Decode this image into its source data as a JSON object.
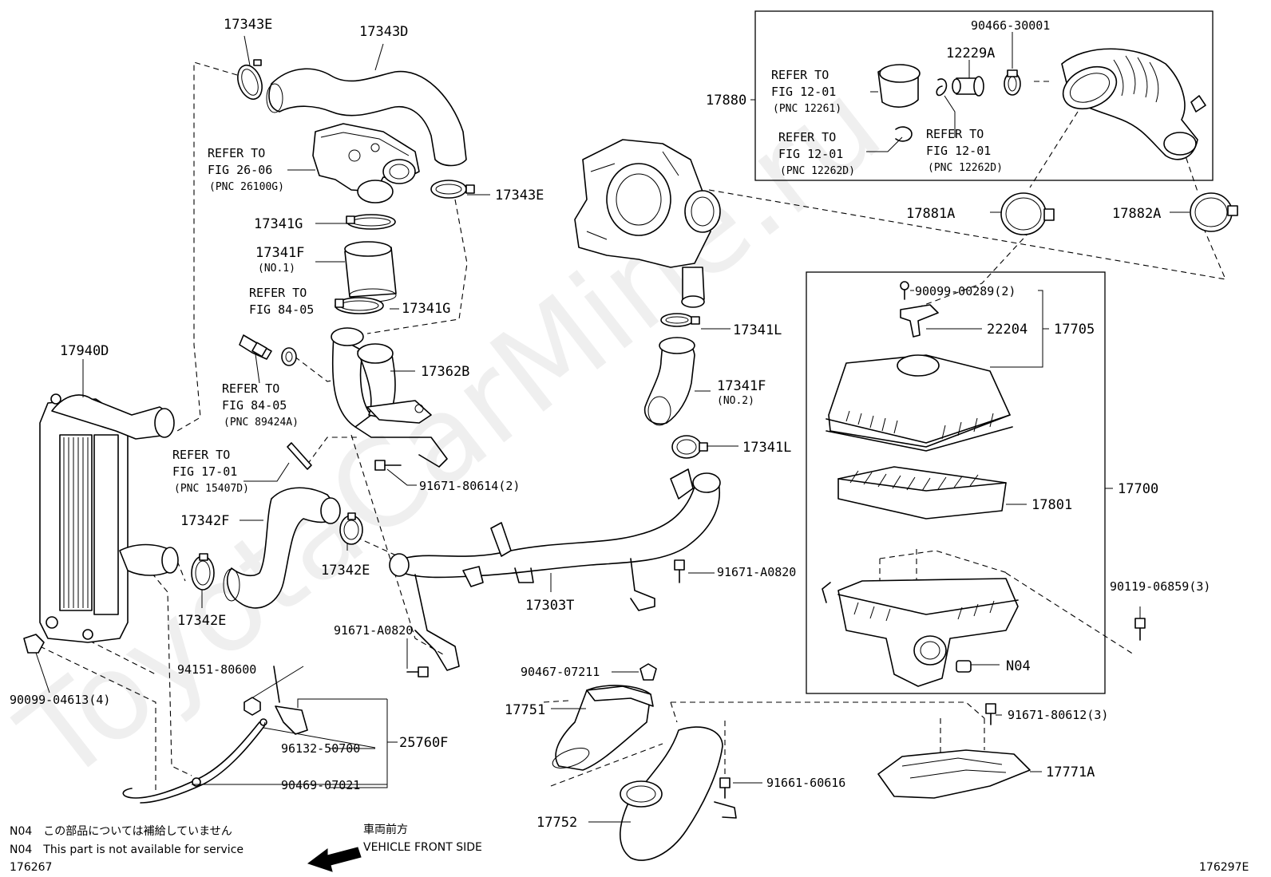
{
  "watermark": "ToyotaCarMine.ru",
  "parts": {
    "p17343E_top": "17343E",
    "p17343D": "17343D",
    "p17343E_mid": "17343E",
    "p17341G_top": "17341G",
    "p17341F_left": "17341F",
    "p17341F_left_sub": "(NO.1)",
    "p17341G_bot": "17341G",
    "p17362B": "17362B",
    "p17940D": "17940D",
    "p91671_80614": "91671-80614(2)",
    "p17342F": "17342F",
    "p17342E_right": "17342E",
    "p17342E_left": "17342E",
    "p90099_04613": "90099-04613(4)",
    "p94151_80600": "94151-80600",
    "p96132_50700": "96132-50700",
    "p90469_07021": "90469-07021",
    "p25760F": "25760F",
    "p91671_A0820_left": "91671-A0820",
    "p17303T": "17303T",
    "p91671_A0820_right": "91671-A0820",
    "p17341L_top": "17341L",
    "p17341F_right": "17341F",
    "p17341F_right_sub": "(NO.2)",
    "p17341L_bot": "17341L",
    "p90467_07211": "90467-07211",
    "p17751": "17751",
    "p17752": "17752",
    "p91661_60616": "91661-60616",
    "p17880": "17880",
    "p90466_30001": "90466-30001",
    "p12229A": "12229A",
    "p17881A": "17881A",
    "p17882A": "17882A",
    "p90099_00289": "90099-00289(2)",
    "p22204": "22204",
    "p17705": "17705",
    "p17700": "17700",
    "p17801": "17801",
    "p90119_06859": "90119-06859(3)",
    "pN04": "N04",
    "p91671_80612": "91671-80612(3)",
    "p17771A": "17771A"
  },
  "refs": {
    "r26_06": {
      "l1": "REFER TO",
      "l2": "FIG 26-06",
      "l3": "(PNC 26100G)"
    },
    "r84_05a": {
      "l1": "REFER TO",
      "l2": "FIG 84-05"
    },
    "r84_05b": {
      "l1": "REFER TO",
      "l2": "FIG 84-05",
      "l3": "(PNC 89424A)"
    },
    "r17_01": {
      "l1": "REFER TO",
      "l2": "FIG 17-01",
      "l3": "(PNC 15407D)"
    },
    "r12_01a": {
      "l1": "REFER TO",
      "l2": "FIG 12-01",
      "l3": "(PNC 12261)"
    },
    "r12_01b": {
      "l1": "REFER TO",
      "l2": "FIG 12-01",
      "l3": "(PNC 12262D)"
    },
    "r12_01c": {
      "l1": "REFER TO",
      "l2": "FIG 12-01",
      "l3": "(PNC 12262D)"
    }
  },
  "footer": {
    "n04_jp": "N04　この部品については補給していません",
    "n04_en": "N04　This part is not available for service",
    "code_left": "176267",
    "front_jp": "車両前方",
    "front_en": "VEHICLE FRONT SIDE",
    "code_right": "176297E"
  }
}
